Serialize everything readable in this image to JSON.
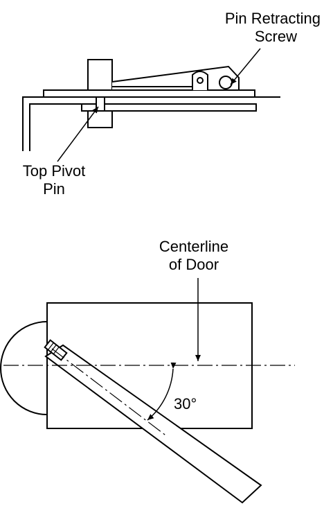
{
  "labels": {
    "retracting_screw": [
      "Pin Retracting",
      "Screw"
    ],
    "pivot_pin": [
      "Top Pivot",
      "Pin"
    ],
    "centerline": [
      "Centerline",
      "of Door"
    ],
    "angle": "30°"
  },
  "colors": {
    "ink": "#000000",
    "paper": "#ffffff"
  }
}
